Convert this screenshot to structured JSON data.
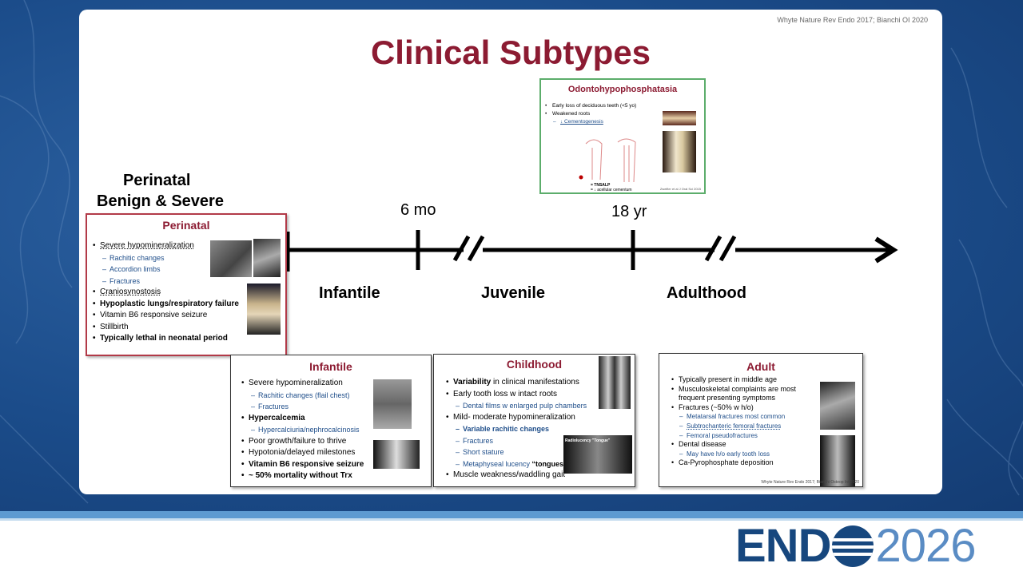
{
  "citation": "Whyte Nature Rev Endo 2017; Bianchi OI 2020",
  "title": "Clinical Subtypes",
  "timeline": {
    "perinatal_label_1": "Perinatal",
    "perinatal_label_2": "Benign & Severe",
    "mark_6mo": "6 mo",
    "mark_18yr": "18 yr",
    "stage_infantile": "Infantile",
    "stage_juvenile": "Juvenile",
    "stage_adulthood": "Adulthood"
  },
  "cards": {
    "perinatal": {
      "title": "Perinatal",
      "items": [
        "Severe hypomineralization",
        "Rachitic changes",
        "Accordion limbs",
        "Fractures",
        "Craniosynostosis",
        "Hypoplastic lungs/respiratory failure",
        "Vitamin B6 responsive seizure",
        "Stillbirth",
        "Typically lethal in neonatal period"
      ]
    },
    "infantile": {
      "title": "Infantile",
      "items": [
        "Severe hypomineralization",
        "Rachitic changes (flail chest)",
        "Fractures",
        "Hypercalcemia",
        "Hypercalciuria/nephrocalcinosis",
        "Poor growth/failure to thrive",
        "Hypotonia/delayed milestones",
        "Vitamin B6 responsive seizure",
        "~ 50% mortality without Trx"
      ]
    },
    "childhood": {
      "title": "Childhood",
      "items": [
        "Variability",
        " in clinical manifestations",
        "Early tooth loss w intact roots",
        "Dental films w enlarged pulp chambers",
        "Mild- moderate hypomineralization",
        "Variable rachitic changes",
        "Fractures",
        "Short stature",
        "Metaphyseal lucency ",
        "“tongues”",
        "Muscle weakness/waddling gait"
      ],
      "xray_label": "Radiolucency \"Tongue\""
    },
    "adult": {
      "title": "Adult",
      "items": [
        "Typically present in middle age",
        "Musculoskeletal complaints are most frequent presenting symptoms",
        "Fractures (~50% w h/o)",
        "Metatarsal fractures most common",
        "Subtrochanteric femoral fractures",
        "Femoral pseudofractures",
        "Dental disease",
        "May have h/o early tooth loss",
        "Ca-Pyrophosphate deposition"
      ],
      "citation": "Whyte Nature Rev Endo 2017; Bianchi Osteop Int 2020"
    },
    "odonto": {
      "title": "Odontohypophosphatasia",
      "items": [
        "Early loss of deciduous teeth (<5 yo)",
        "Weakened roots",
        "↓ Cementogenesis"
      ],
      "legend_1": "= TNSALP",
      "legend_2": "= ↓ acellular cementum",
      "citation": "Zweifler et al J Oral Sci 2015"
    }
  },
  "footer": {
    "brand_left": "END",
    "brand_right": "2026"
  },
  "colors": {
    "title": "#8c1b32",
    "perinatal_border": "#b23a48",
    "odonto_border": "#5cad6b",
    "brand_dark": "#17477e",
    "brand_light": "#5a8cc4"
  }
}
